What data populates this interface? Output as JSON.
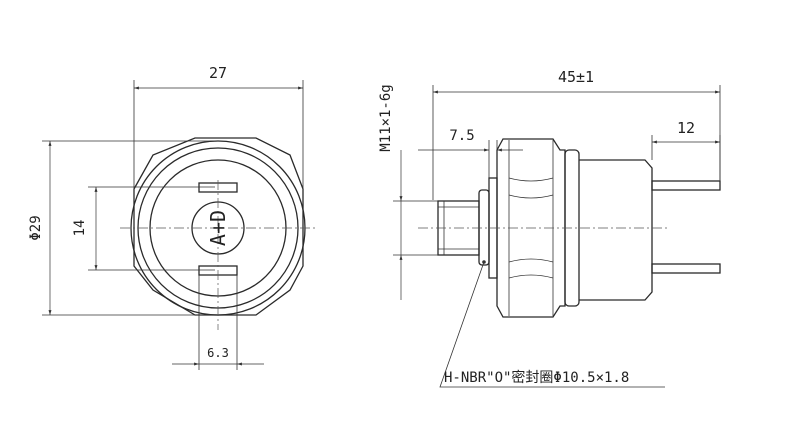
{
  "front_view": {
    "width_dim": "27",
    "outer_dia_dim": "Φ29",
    "inner_dim": "14",
    "pin_spacing_dim": "6.3",
    "terminal_label": "A+D"
  },
  "side_view": {
    "total_length_dim": "45±1",
    "thread_spec": "M11×1-6g",
    "thread_length_dim": "7.5",
    "pin_length_dim": "12",
    "seal_note": "H-NBR\"O\"密封圈Φ10.5×1.8"
  }
}
